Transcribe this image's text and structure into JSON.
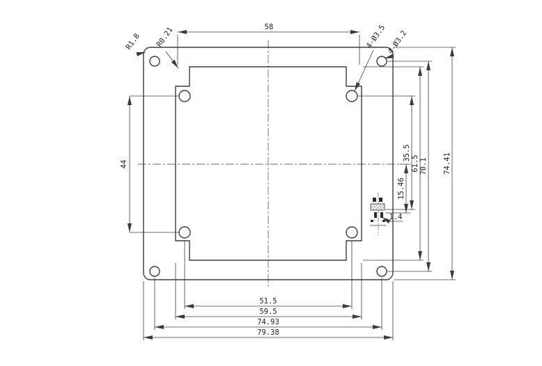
{
  "drawing": {
    "type": "mechanical-part-dimension-drawing",
    "dims": {
      "inner_width_top": "58",
      "hole_spacing_v": "44",
      "comp_offset": "15.46",
      "comp_span": "35.5",
      "inner_height": "61.5",
      "corner_hole_spacing_v": "70.1",
      "plate_height": "74.41",
      "hole_spacing_h": "51.5",
      "inner_width": "59.5",
      "corner_hole_spacing_h": "74.93",
      "plate_width": "79.38",
      "pad_dim": "1.4"
    },
    "callouts": {
      "outer_fillet": "R1.8",
      "inner_fillet": "R0.21",
      "mount_holes": "4-Ø3.5",
      "corner_holes": "4-Ø3.2"
    },
    "colors": {
      "line": "#3b3b3b",
      "background": "#ffffff"
    }
  }
}
